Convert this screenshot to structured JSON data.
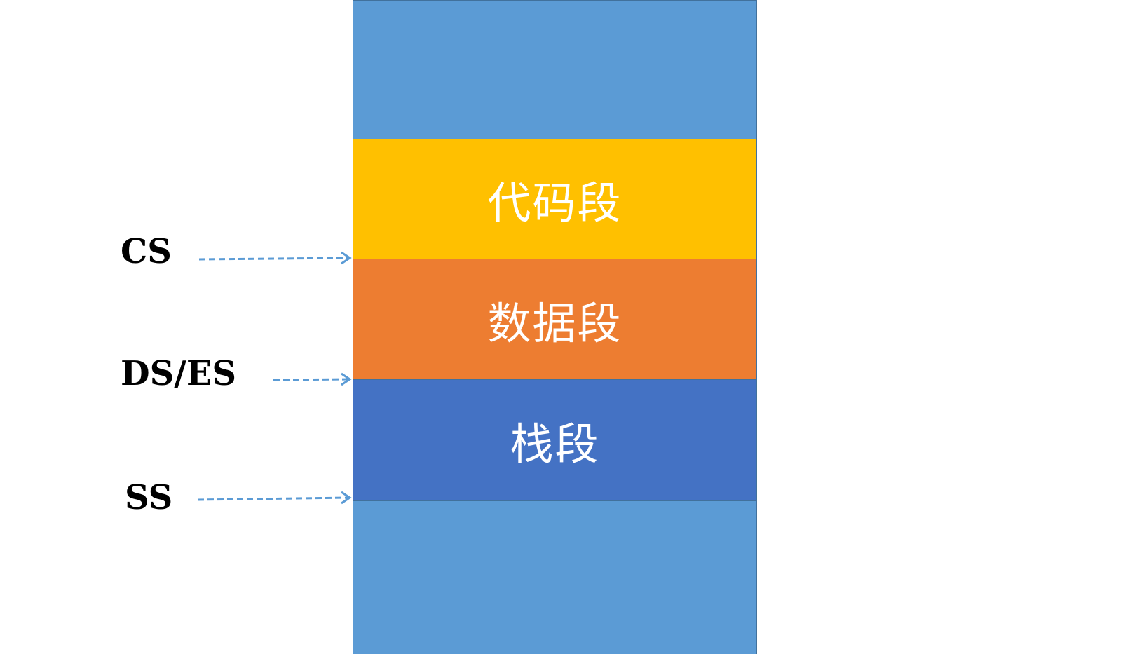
{
  "segments": [
    {
      "id": "top",
      "label": "",
      "color": "#5b9bd5"
    },
    {
      "id": "code",
      "label": "代码段",
      "color": "#ffc000"
    },
    {
      "id": "data",
      "label": "数据段",
      "color": "#ed7d31"
    },
    {
      "id": "stack",
      "label": "栈段",
      "color": "#4472c4"
    },
    {
      "id": "bottom",
      "label": "",
      "color": "#5b9bd5"
    }
  ],
  "registers": [
    {
      "id": "cs",
      "label": "CS"
    },
    {
      "id": "ds-es",
      "label": "DS/ES"
    },
    {
      "id": "ss",
      "label": "SS"
    }
  ],
  "arrow_color": "#5b9bd5"
}
